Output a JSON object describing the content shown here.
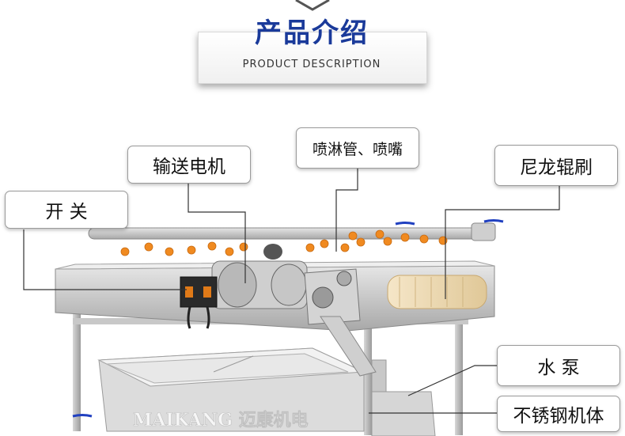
{
  "header": {
    "title_cn": "产品介绍",
    "title_en": "PRODUCT  DESCRIPTION"
  },
  "callouts": {
    "switch": "开    关",
    "motor": "输送电机",
    "spray": "喷淋管、喷嘴",
    "brush": "尼龙辊刷",
    "pump": "水    泵",
    "body": "不锈钢机体"
  },
  "watermark": "MAIKANG 迈康机电",
  "colors": {
    "title_blue": "#1a3a9a",
    "nozzle_orange": "#f08a20",
    "steel": "#b8b8b8"
  }
}
